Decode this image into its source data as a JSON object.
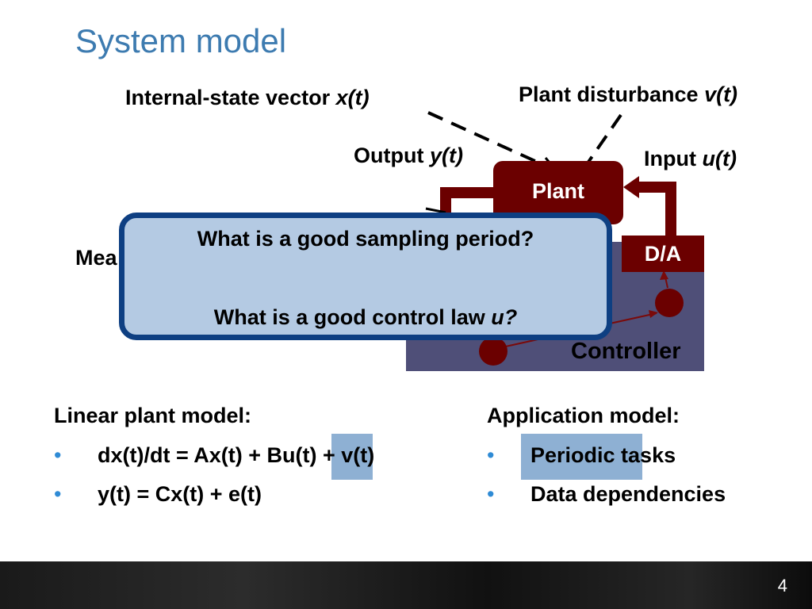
{
  "slide": {
    "title": "System model",
    "page_number": "4"
  },
  "diagram": {
    "internal_state_label": "Internal-state vector ",
    "internal_state_var": "x(t)",
    "plant_disturbance_label": "Plant disturbance ",
    "plant_disturbance_var": "v(t)",
    "output_label": "Output ",
    "output_var": "y(t)",
    "input_label": "Input ",
    "input_var": "u(t)",
    "plant_label": "Plant",
    "da_label": "D/A",
    "controller_label": "Controller",
    "measurement_label_visible": "Mea",
    "colors": {
      "plant": "#6b0000",
      "controller": "#4f4f78",
      "popup_fill": "#b4cae3",
      "popup_border": "#0e3f82",
      "title": "#3d7bb0"
    }
  },
  "popup": {
    "question1": "What is a good sampling period?",
    "question2_prefix": "What is a good control law ",
    "question2_var": "u?"
  },
  "left_column": {
    "heading": "Linear plant model:",
    "bullets": [
      {
        "text_a": "dx(t)/dt = Ax(t) + B",
        "highlight": "u(t)",
        "text_b": " + v(t)"
      },
      {
        "text_a": "y(t) = Cx(t) + e(t)",
        "highlight": "",
        "text_b": ""
      }
    ],
    "bullet_glyph": "•"
  },
  "right_column": {
    "heading": "Application model:",
    "bullets": [
      {
        "highlight": "Periodic",
        "text": " tasks"
      },
      {
        "highlight": "",
        "text": "Data dependencies"
      }
    ],
    "bullet_glyph": "•"
  }
}
